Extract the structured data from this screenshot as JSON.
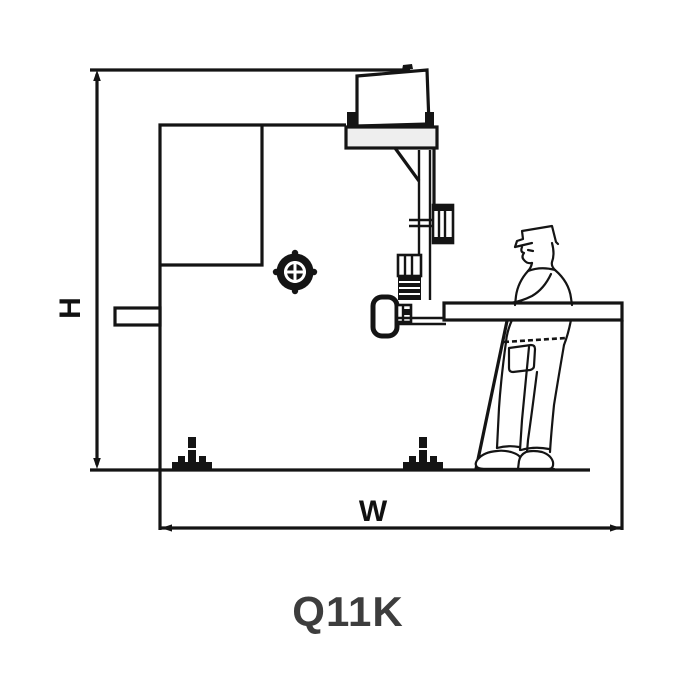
{
  "labels": {
    "height_dimension": "H",
    "width_dimension": "W",
    "caption": "Q11K"
  },
  "colors": {
    "line": "#141414",
    "beam_fill": "#eeeeee",
    "caption_text": "#3d3d3d",
    "background": "#ffffff",
    "label_text": "#111111"
  }
}
